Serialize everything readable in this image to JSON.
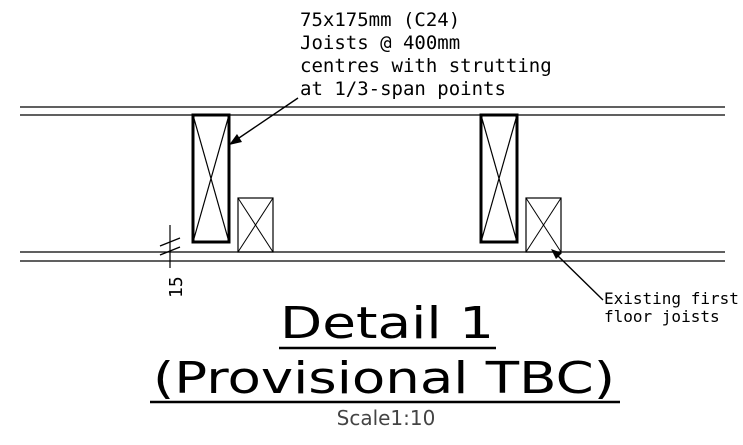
{
  "annotations": {
    "new_joists": [
      "75x175mm (C24)",
      "Joists @ 400mm",
      "centres with strutting",
      "at 1/3-span points"
    ],
    "existing_joists": [
      "Existing first",
      "floor joists"
    ],
    "dimension": "15"
  },
  "title": {
    "line1": "Detail 1",
    "line2": "(Provisional TBC)",
    "scale": "Scale1:10"
  }
}
